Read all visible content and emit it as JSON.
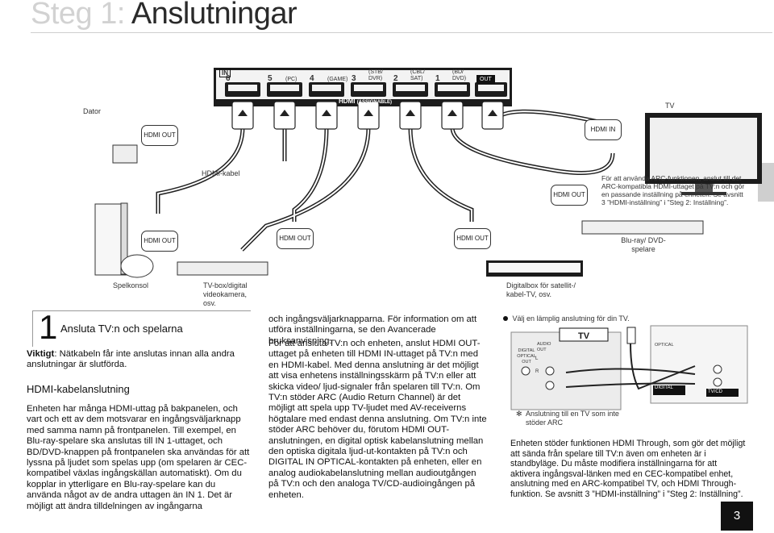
{
  "header": {
    "title_step": "Steg 1:",
    "title_rest": "Anslutningar"
  },
  "receiver_panel": {
    "hdmi_label": "HDMI",
    "assignable": "(ASSIGNABLE)",
    "in_label": "IN",
    "ports": [
      {
        "num": "6",
        "name": ""
      },
      {
        "num": "5",
        "name": "(PC)"
      },
      {
        "num": "4",
        "name": "(GAME)"
      },
      {
        "num": "3",
        "name": "(STB/ DVR)"
      },
      {
        "num": "2",
        "name": "(CBL/ SAT)"
      },
      {
        "num": "1",
        "name": "(BD/ DVD)"
      }
    ],
    "out_label": "OUT"
  },
  "diagram": {
    "dator": "Dator",
    "tv": "TV",
    "hdmi_out": "HDMI OUT",
    "hdmi_in": "HDMI IN",
    "hdmi_kabel": "HDMI-kabel",
    "arc_note": "För att använda ARC-funktionen, anslut till det ARC-kompatibla HDMI-uttaget på TV:n och gör en passande inställning på enheten. Se avsnitt 3 ”HDMI-inställning” i ”Steg 2: Inställning”.",
    "bluray": "Blu-ray/ DVD-spelare",
    "spelkonsol": "Spelkonsol",
    "tvbox": "TV-box/digital videokamera, osv.",
    "digitalbox": "Digitalbox för satellit-/ kabel-TV, osv."
  },
  "section1": {
    "number": "1",
    "heading": "Ansluta TV:n och spelarna",
    "viktigt_label": "Viktigt",
    "viktigt_text": ": Nätkabeln får inte anslutas innan alla andra anslutningar är slutförda.",
    "subheading": "HDMI-kabelanslutning",
    "para1": "Enheten har många HDMI-uttag på bakpanelen, och vart och ett av dem motsvarar en ingångsväljarknapp med samma namn på frontpanelen. Till exempel, en Blu-ray-spelare ska anslutas till IN 1-uttaget, och BD/DVD-knappen på frontpanelen ska användas för att lyssna på ljudet som spelas upp (om spelaren är CEC-kompatibel växlas ingångskällan automatiskt). Om du kopplar in ytterligare en Blu-ray-spelare kan du använda något av de andra uttagen än IN 1. Det är möjligt att ändra tilldelningen av ingångarna"
  },
  "column2": {
    "para_top": "och ingångsväljarknapparna. För information om att utföra inställningarna, se den Avancerade bruksanvisning.",
    "para_main": "För att ansluta TV:n och enheten, anslut HDMI OUT-uttaget på enheten till HDMI IN-uttaget på TV:n med en HDMI-kabel. Med denna anslutning är det möjligt att visa enhetens inställningsskärm på TV:n eller att skicka video/ ljud-signaler från spelaren till TV:n. Om TV:n stöder ARC (Audio Return Channel) är det möjligt att spela upp TV-ljudet med AV-receiverns högtalare med endast denna anslutning. Om TV:n inte stöder ARC behöver du, förutom HDMI OUT-anslutningen, en digital optisk kabelanslutning mellan den optiska digitala ljud-ut-kontakten på TV:n och DIGITAL IN OPTICAL-kontakten på enheten, eller en analog audiokabelanslutning mellan audioutgången på TV:n och den analoga TV/CD-audioingången på enheten."
  },
  "column3": {
    "bullet": "Välj en lämplig anslutning för din TV.",
    "tv_label": "TV",
    "digital_optical": "DIGITAL OPTICAL OUT",
    "audio_out": "AUDIO OUT",
    "l_label": "L",
    "r_label": "R",
    "optical_label": "OPTICAL",
    "tvcd_label": "TV/CD",
    "digital_label": "DIGITAL",
    "footnote": "Anslutning till en TV som inte stöder ARC",
    "para": "Enheten stöder funktionen HDMI Through, som gör det möjligt att sända från spelare till TV:n även om enheten är i standbyläge. Du måste modifiera inställningarna för att aktivera ingångsval-länken med en CEC-kompatibel enhet, anslutning med en ARC-kompatibel TV, och HDMI Through-funktion. Se avsnitt 3 ”HDMI-inställning” i ”Steg 2: Inställning”."
  },
  "page_number": "3"
}
